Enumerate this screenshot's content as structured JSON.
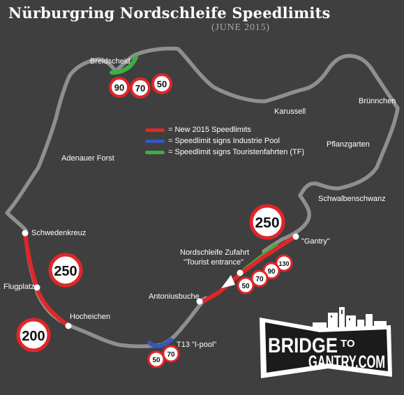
{
  "title": "Nürburgring Nordschleife Speedlimits",
  "subtitle": "(JUNE 2015)",
  "colors": {
    "background": "#3f3f3f",
    "track": "#8f8f8f",
    "new_limits": "#e0262a",
    "industrie_pool": "#3657b6",
    "touristenfahrten": "#3cb043",
    "sign_ring": "#e0262a",
    "text": "#ffffff"
  },
  "legend": [
    {
      "key": "new",
      "label": "= New 2015 Speedlimits",
      "color": "#e0262a"
    },
    {
      "key": "industrie",
      "label": "= Speedlimit signs Industrie Pool",
      "color": "#3657b6"
    },
    {
      "key": "tf",
      "label": "= Speedlimit signs Touristenfahrten (TF)",
      "color": "#3cb043"
    }
  ],
  "places": {
    "breidscheid": "Breidscheid",
    "karussell": "Karussell",
    "brunnchen": "Brünnchen",
    "pflanzgarten": "Pflanzgarten",
    "adenauer_forst": "Adenauer Forst",
    "schwalbenschwanz": "Schwalbenschwanz",
    "schwedenkreuz": "Schwedenkreuz",
    "gantry": "\"Gantry\"",
    "zufahrt_line1": "Nordschleife Zufahrt",
    "zufahrt_line2": "\"Tourist entrance\"",
    "flugplatz": "Flugplatz",
    "antoniusbuche": "Antoniusbuche",
    "hocheichen": "Hocheichen",
    "t13": "T13 \"I-pool\""
  },
  "signs": {
    "breidscheid_90": "90",
    "breidscheid_70": "70",
    "breidscheid_50": "50",
    "gantry_250": "250",
    "schwedenkreuz_250": "250",
    "hocheichen_200": "200",
    "entrance_130": "130",
    "entrance_90": "90",
    "entrance_70": "70",
    "entrance_50": "50",
    "ipool_50": "50",
    "ipool_70": "70"
  },
  "logo": {
    "line1": "BRIDGE",
    "to": "TO",
    "line2": "GANTRY.COM"
  }
}
